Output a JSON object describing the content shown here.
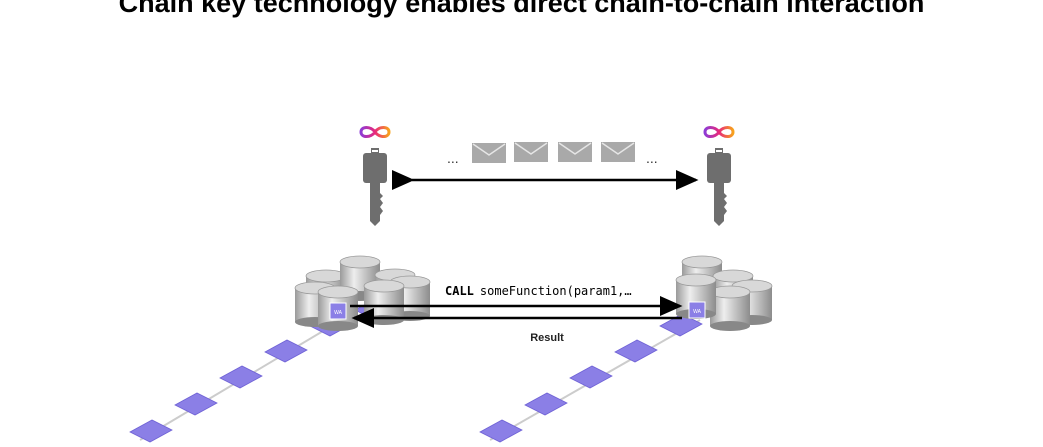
{
  "title": "Chain key technology enables direct chain-to-chain interaction",
  "messages": {
    "ellipsis_left": "...",
    "ellipsis_right": "..."
  },
  "call": {
    "keyword": "CALL",
    "expression": "someFunction(param1,…"
  },
  "result_label": "Result",
  "canister_label": "WA",
  "colors": {
    "chain": "#8b7fe6",
    "key": "#6e6e6e",
    "envelope": "#a9a9a9"
  }
}
